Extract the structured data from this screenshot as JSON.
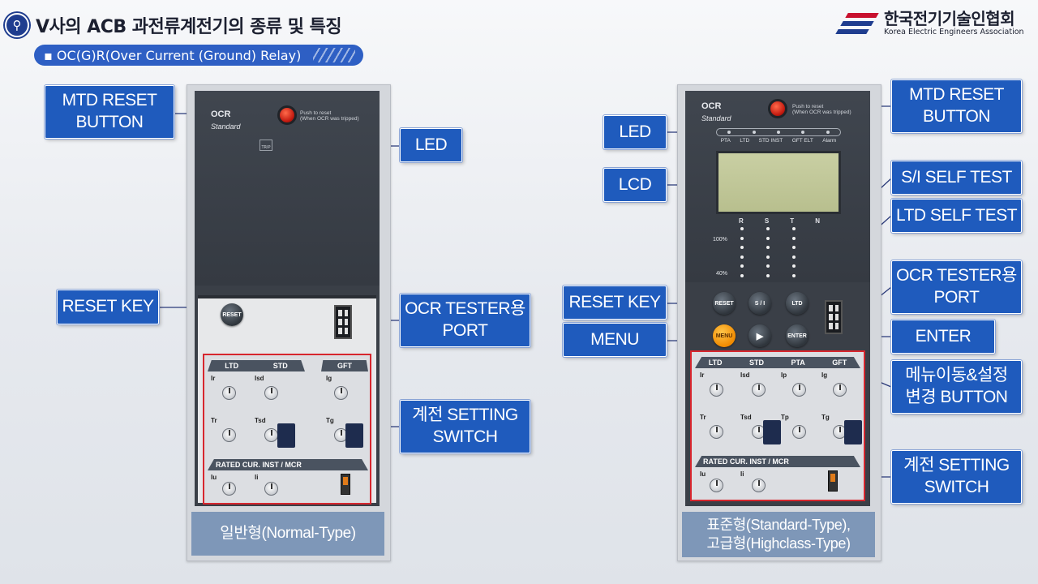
{
  "header": {
    "title_icon": "lightbulb-icon",
    "title": "V사의 ACB 과전류계전기의 종류 및 특징",
    "subtitle": "▪ OC(G)R(Over Current (Ground) Relay)"
  },
  "logo": {
    "name_ko": "한국전기기술인협회",
    "name_en": "Korea Electric Engineers Association"
  },
  "normal_device": {
    "brand_title": "OCR",
    "brand_sub": "Standard",
    "push_text": "Push to reset\n(When OCR was tripped)",
    "trip_label": "TRIP",
    "reset_key": "RESET",
    "setting_header_left": [
      "LTD",
      "STD"
    ],
    "setting_header_right": "GFT",
    "rated_header": "RATED CUR.   INST / MCR",
    "dials": [
      "Ir",
      "Isd",
      "Ig",
      "Tr",
      "Tsd",
      "Tg",
      "Iu",
      "Ii"
    ],
    "caption": "일반형(Normal-Type)"
  },
  "standard_device": {
    "brand_title": "OCR",
    "brand_sub": "Standard",
    "push_text": "Push to reset\n(When OCR was tripped)",
    "led_labels": [
      "PTA",
      "LTD",
      "STD INST",
      "GFT ELT",
      "Alarm"
    ],
    "phase_labels": [
      "R",
      "S",
      "T",
      "N"
    ],
    "pct_high": "100%",
    "pct_low": "40%",
    "keys": {
      "reset": "RESET",
      "si": "S / I",
      "ltd": "LTD",
      "menu": "MENU",
      "enter": "ENTER"
    },
    "setting_header": [
      "LTD",
      "STD",
      "PTA",
      "GFT"
    ],
    "rated_header": "RATED CUR.   INST / MCR",
    "dials": [
      "Ir",
      "Isd",
      "Ip",
      "Ig",
      "Tr",
      "Tsd",
      "Tp",
      "Tg",
      "Iu",
      "Ii"
    ],
    "caption": "표준형(Standard-Type),\n고급형(Highclass-Type)"
  },
  "callouts_left": {
    "mtd_reset": "MTD RESET\nBUTTON",
    "led": "LED",
    "reset_key": "RESET KEY",
    "ocr_port": "OCR TESTER용\nPORT",
    "setting_switch": "계전 SETTING\nSWITCH"
  },
  "callouts_right": {
    "mtd_reset": "MTD RESET\nBUTTON",
    "led": "LED",
    "lcd": "LCD",
    "si_self_test": "S/I SELF TEST",
    "ltd_self_test": "LTD SELF TEST",
    "reset_key": "RESET KEY",
    "ocr_port": "OCR TESTER용\nPORT",
    "menu": "MENU",
    "enter": "ENTER",
    "menu_move": "메뉴이동&설정\n변경 BUTTON",
    "setting_switch": "계전 SETTING\nSWITCH"
  },
  "colors": {
    "callout_bg": "#1f5bbd",
    "caption_bg": "#7e97b8",
    "setting_border": "#d7262e",
    "subtitle_bg": "#2e5fc4"
  }
}
